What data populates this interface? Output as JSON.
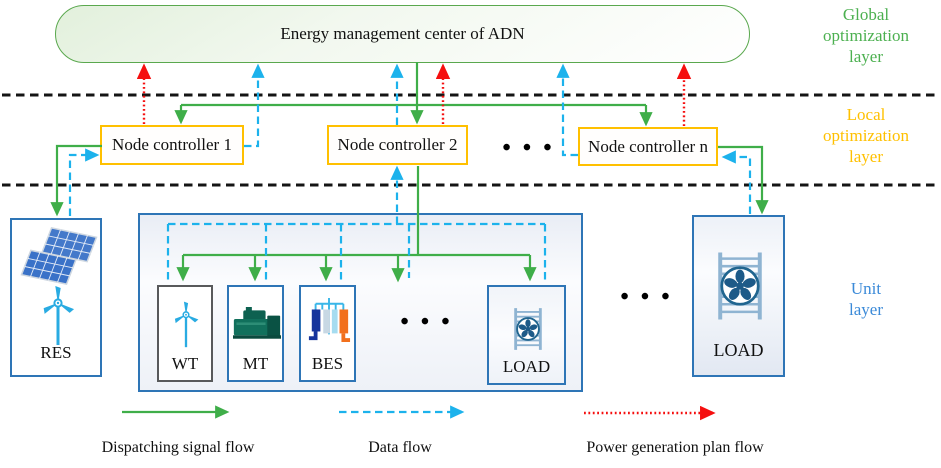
{
  "center": {
    "label": "Energy management center of ADN"
  },
  "controllers": [
    {
      "label": "Node controller 1"
    },
    {
      "label": "Node controller 2"
    },
    {
      "label": "Node controller n"
    }
  ],
  "units": {
    "res": {
      "label": "RES"
    },
    "wt": {
      "label": "WT"
    },
    "mt": {
      "label": "MT"
    },
    "bes": {
      "label": "BES"
    },
    "load_inner": {
      "label": "LOAD"
    },
    "load_right": {
      "label": "LOAD"
    }
  },
  "layer_labels": {
    "global": {
      "label": "Global optimization layer",
      "color": "#4cb050"
    },
    "local": {
      "label": "Local optimization layer",
      "color": "#ffc000"
    },
    "unit": {
      "label": "Unit layer",
      "color": "#3b8ad8"
    }
  },
  "legend": {
    "items": [
      {
        "label": "Dispatching signal flow",
        "color": "#3fae49",
        "line_style": "solid"
      },
      {
        "label": "Data flow",
        "color": "#1cb2ec",
        "line_style": "dashed"
      },
      {
        "label": "Power generation plan flow",
        "color": "#f50f0f",
        "line_style": "dotted"
      }
    ]
  },
  "misc": {
    "dots": "•  •  •"
  },
  "flow_colors": {
    "dispatch_green": "#3fae49",
    "data_cyan": "#1cb2ec",
    "plan_red": "#f50f0f",
    "controller_border_yellow": "#ffc000",
    "unit_border_blue": "#2e75b6"
  },
  "icons": {
    "res": "solar-panel-icon + wind-turbine-icon",
    "wt": "wind-turbine-icon",
    "mt": "micro-turbine-generator-icon",
    "bes": "battery-energy-storage-icon",
    "load": "fan-radiator-load-icon"
  }
}
